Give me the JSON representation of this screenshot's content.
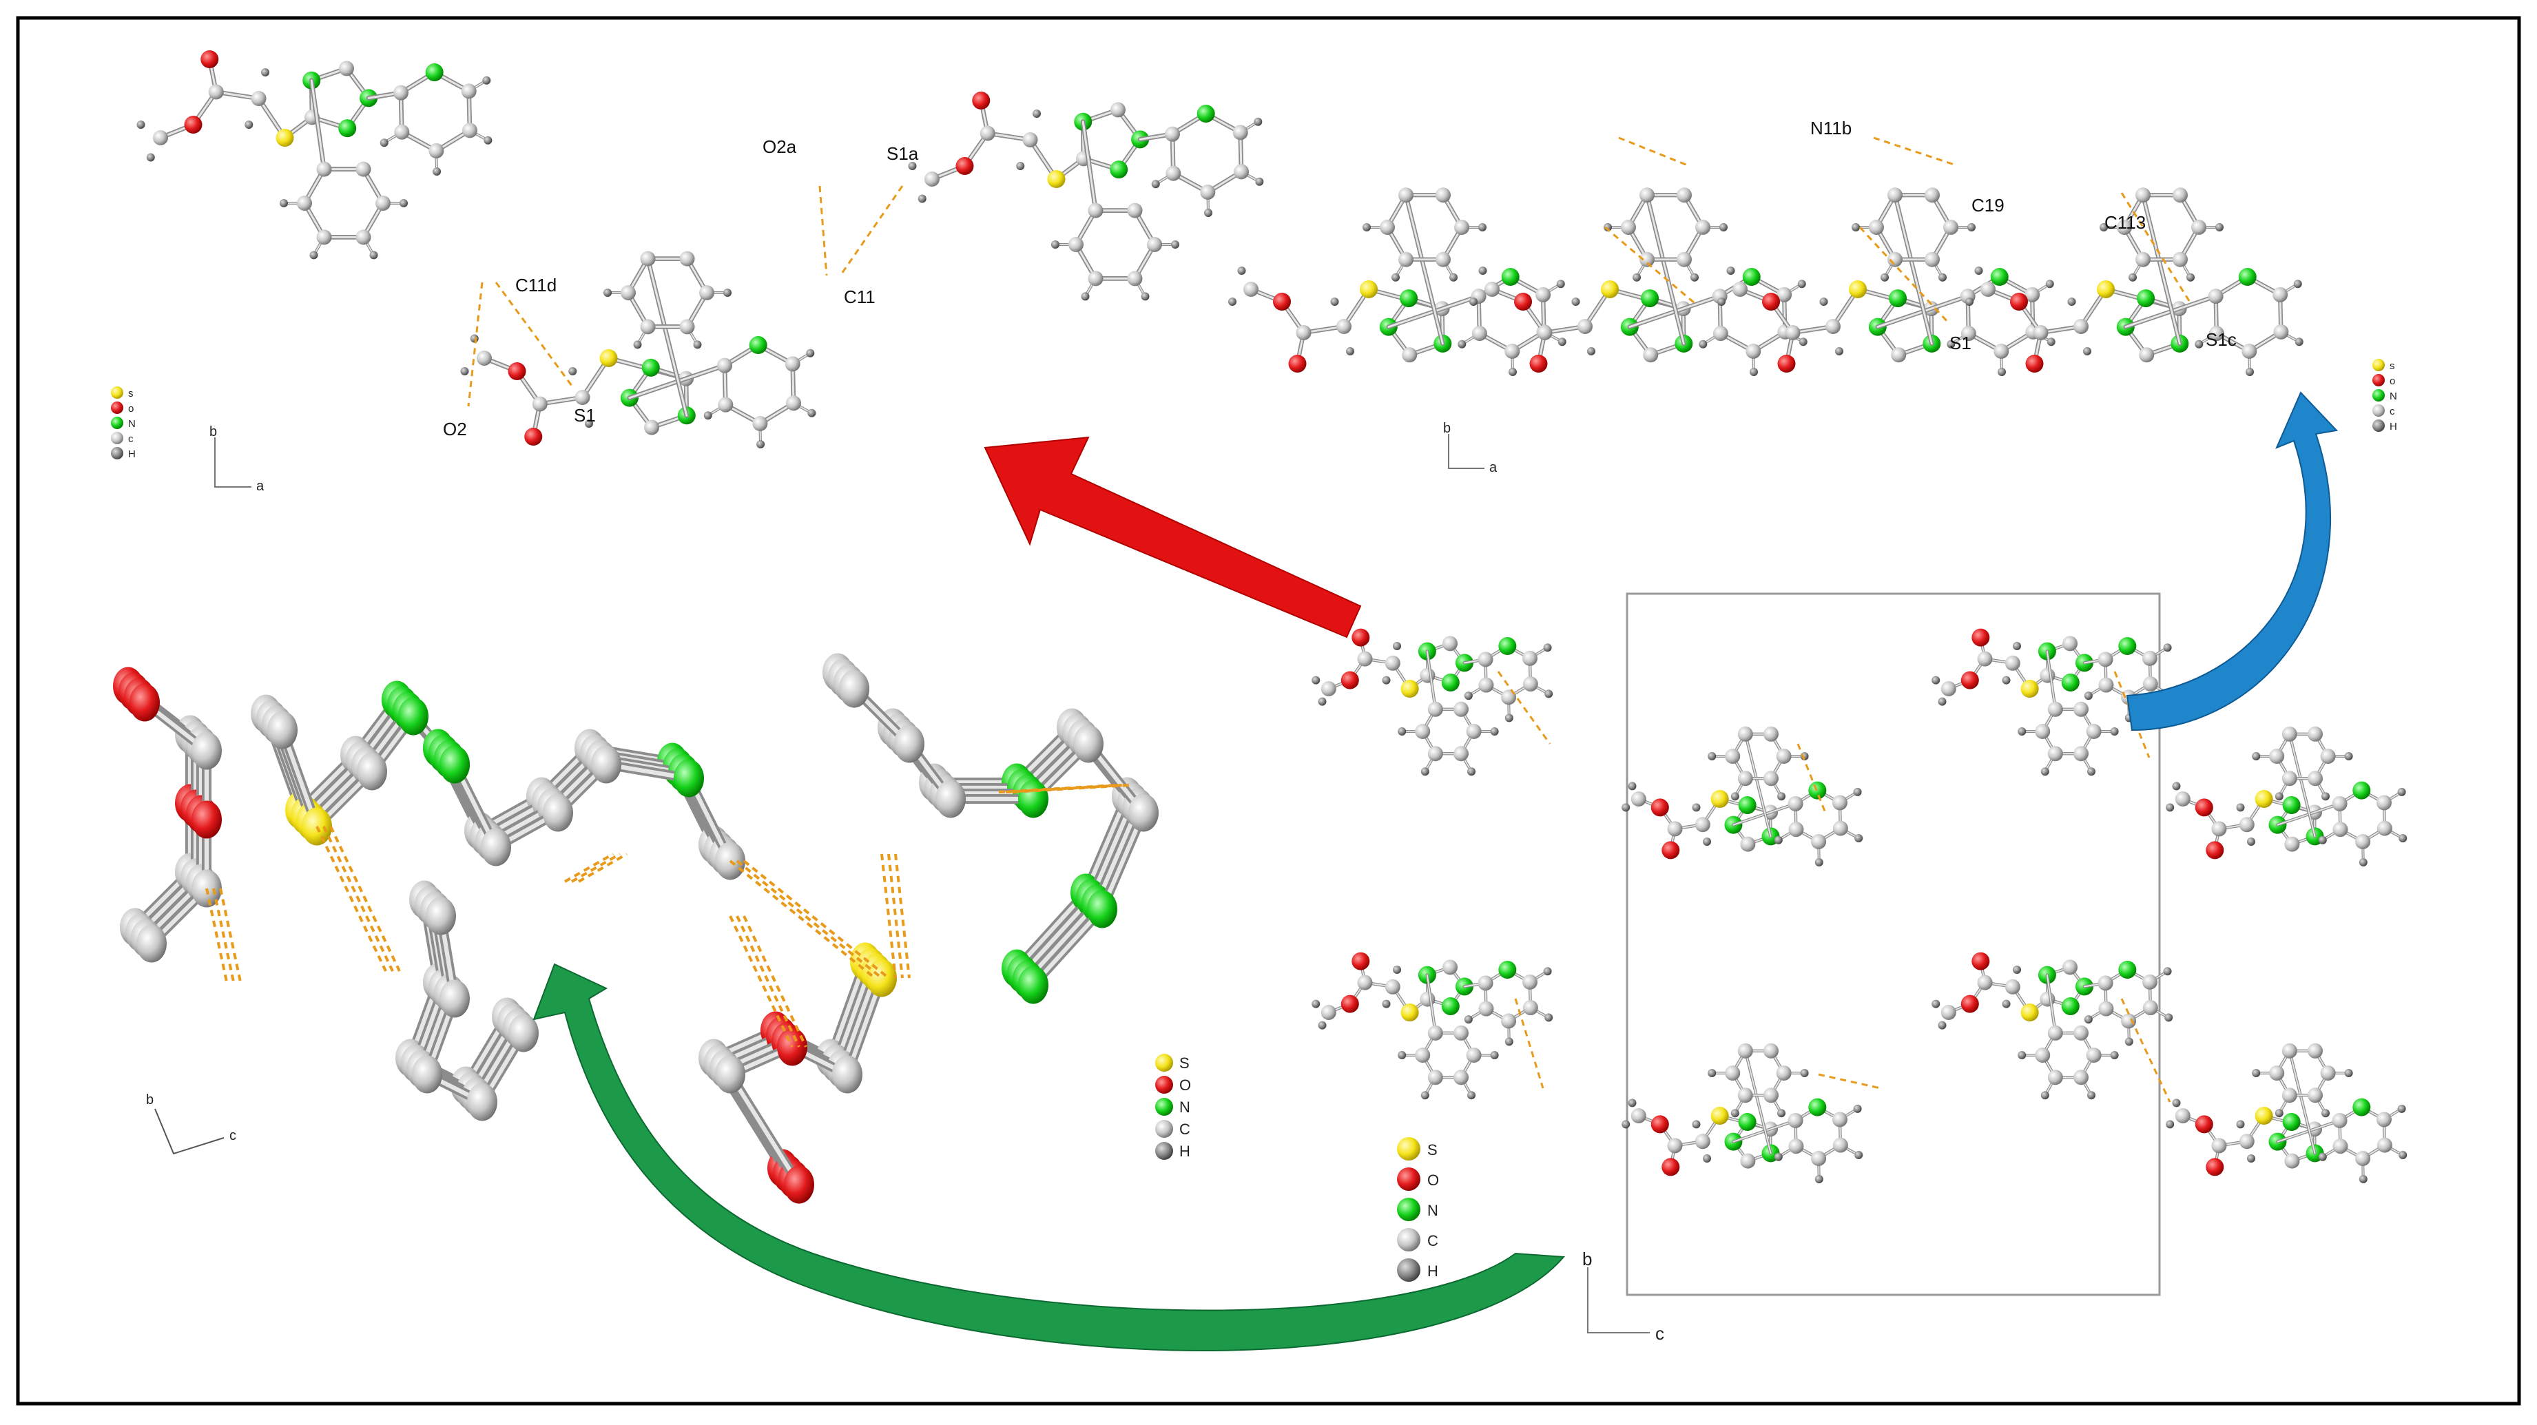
{
  "labels": {
    "panel_a": [
      "C11d",
      "O2",
      "S1",
      "O2a",
      "S1a",
      "C11"
    ],
    "panel_b": [
      "N11b",
      "C19",
      "C113",
      "S1",
      "S1c"
    ]
  },
  "legend": {
    "small": [
      "s",
      "o",
      "N",
      "c",
      "H"
    ],
    "big": [
      "S",
      "O",
      "N",
      "C",
      "H"
    ]
  },
  "axes": {
    "panel_a": [
      "b",
      "a"
    ],
    "panel_b": [
      "b",
      "a"
    ],
    "panel_c": [
      "b",
      "c"
    ],
    "panel_d": [
      "b",
      "c"
    ]
  },
  "colors": {
    "sulfur": "#f5e31a",
    "oxygen": "#e31a1c",
    "nitrogen": "#17d21c",
    "carbon": "#bfbfbf",
    "hydrogen": "#8a8a8a",
    "hbond": "#e89a1a",
    "arrow_red": "#e31212",
    "arrow_blue": "#1f86cc",
    "arrow_green": "#1c9a4a",
    "frame": "#000000",
    "cell": "#9a9a9a"
  },
  "icons": {
    "arrow_red": "right-to-left-straight-arrow-icon",
    "arrow_blue": "curved-arrow-icon",
    "arrow_green": "curved-arrow-icon"
  }
}
